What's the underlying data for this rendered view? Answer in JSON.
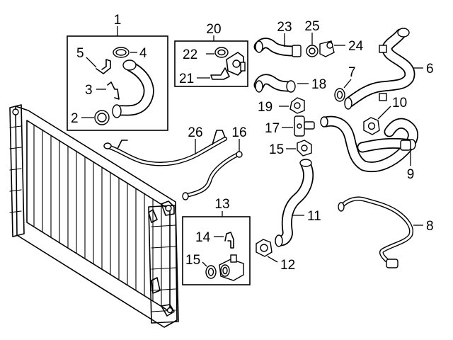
{
  "diagram": {
    "callouts": {
      "c1": "1",
      "c2": "2",
      "c3": "3",
      "c4": "4",
      "c5": "5",
      "c6": "6",
      "c7": "7",
      "c8": "8",
      "c9": "9",
      "c10": "10",
      "c11": "11",
      "c12": "12",
      "c13": "13",
      "c14": "14",
      "c15a": "15",
      "c15b": "15",
      "c16": "16",
      "c17": "17",
      "c18": "18",
      "c19": "19",
      "c20": "20",
      "c21": "21",
      "c22": "22",
      "c23": "23",
      "c24": "24",
      "c25": "25",
      "c26": "26"
    }
  }
}
